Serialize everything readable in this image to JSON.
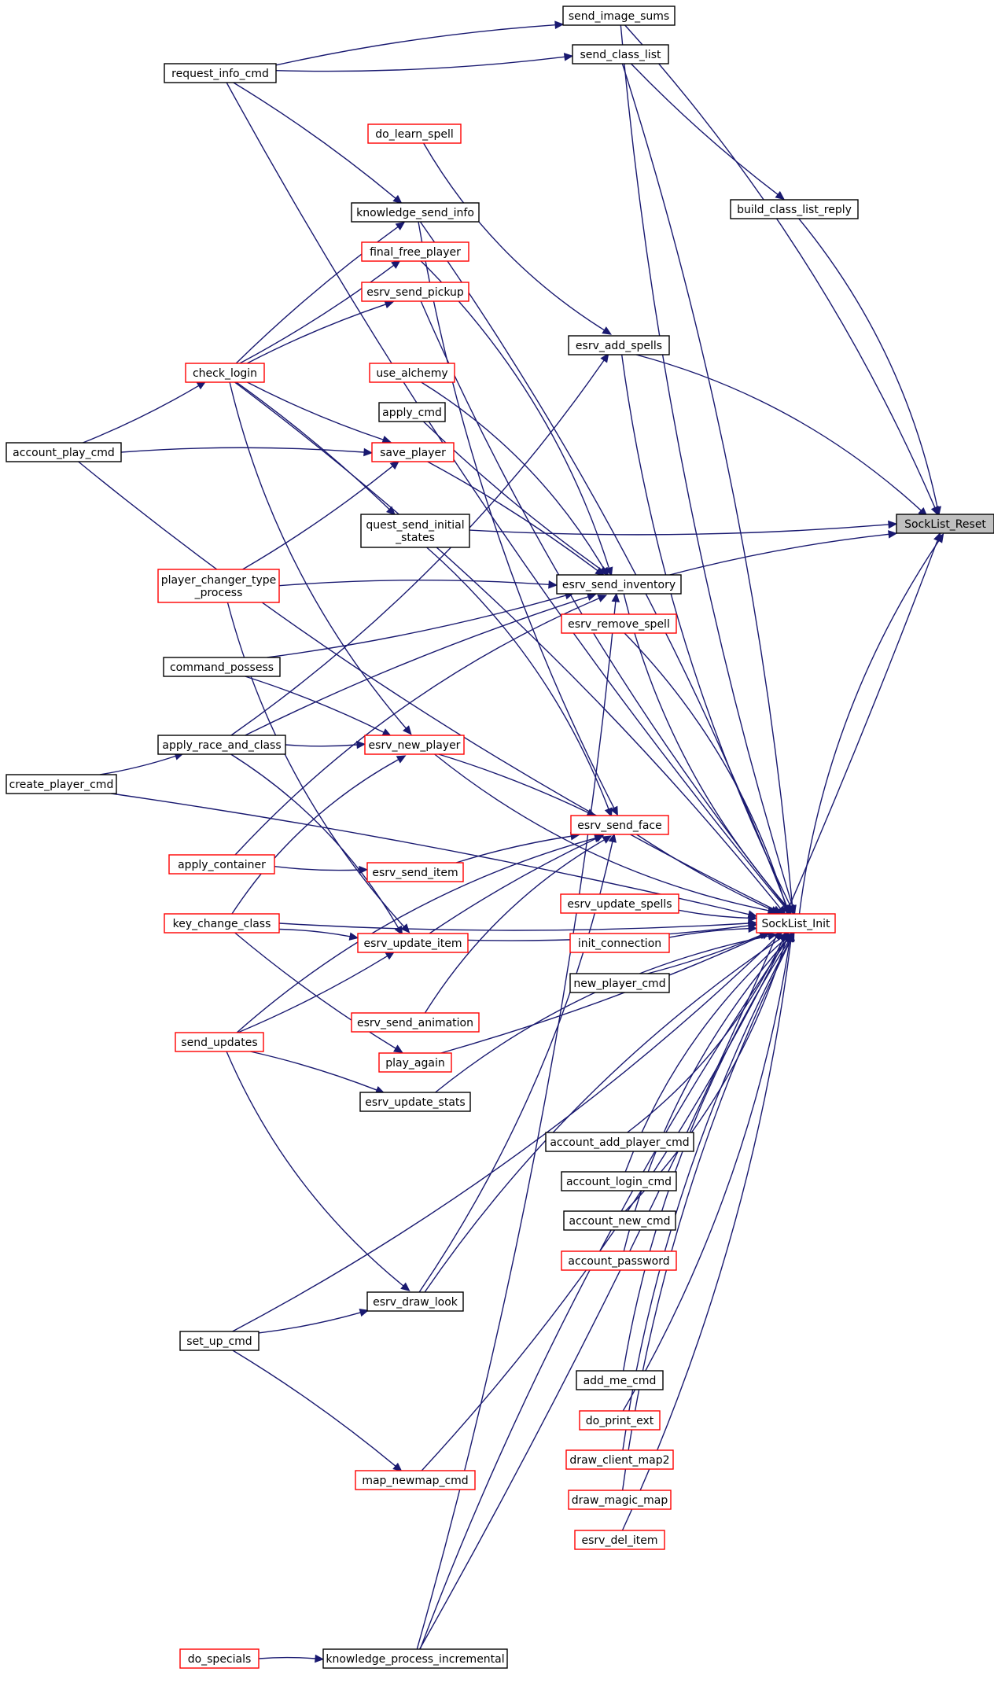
{
  "colors": {
    "edge": "#191970",
    "border_documented": "#000000",
    "border_undocumented": "#ff0000",
    "highlight_fill": "#bfbfbf",
    "node_fill": "#ffffff"
  },
  "nodes": [
    {
      "id": "send_image_sums",
      "label": "send_image_sums",
      "style": "black"
    },
    {
      "id": "send_class_list",
      "label": "send_class_list",
      "style": "black"
    },
    {
      "id": "request_info_cmd",
      "label": "request_info_cmd",
      "style": "black"
    },
    {
      "id": "do_learn_spell",
      "label": "do_learn_spell",
      "style": "red"
    },
    {
      "id": "build_class_list_reply",
      "label": "build_class_list_reply",
      "style": "black"
    },
    {
      "id": "knowledge_send_info",
      "label": "knowledge_send_info",
      "style": "black"
    },
    {
      "id": "final_free_player",
      "label": "final_free_player",
      "style": "red"
    },
    {
      "id": "esrv_send_pickup",
      "label": "esrv_send_pickup",
      "style": "red"
    },
    {
      "id": "esrv_add_spells",
      "label": "esrv_add_spells",
      "style": "black"
    },
    {
      "id": "check_login",
      "label": "check_login",
      "style": "red"
    },
    {
      "id": "use_alchemy",
      "label": "use_alchemy",
      "style": "red"
    },
    {
      "id": "apply_cmd",
      "label": "apply_cmd",
      "style": "black"
    },
    {
      "id": "account_play_cmd",
      "label": "account_play_cmd",
      "style": "black"
    },
    {
      "id": "save_player",
      "label": "save_player",
      "style": "red"
    },
    {
      "id": "SockList_Reset",
      "label": "SockList_Reset",
      "style": "highlight"
    },
    {
      "id": "quest_send_initial_states",
      "label": [
        "quest_send_initial",
        "_states"
      ],
      "style": "black"
    },
    {
      "id": "player_changer_type_process",
      "label": [
        "player_changer_type",
        "_process"
      ],
      "style": "red"
    },
    {
      "id": "esrv_send_inventory",
      "label": "esrv_send_inventory",
      "style": "black"
    },
    {
      "id": "esrv_remove_spell",
      "label": "esrv_remove_spell",
      "style": "red"
    },
    {
      "id": "command_possess",
      "label": "command_possess",
      "style": "black"
    },
    {
      "id": "apply_race_and_class",
      "label": "apply_race_and_class",
      "style": "black"
    },
    {
      "id": "esrv_new_player",
      "label": "esrv_new_player",
      "style": "red"
    },
    {
      "id": "create_player_cmd",
      "label": "create_player_cmd",
      "style": "black"
    },
    {
      "id": "esrv_send_face",
      "label": "esrv_send_face",
      "style": "red"
    },
    {
      "id": "apply_container",
      "label": "apply_container",
      "style": "red"
    },
    {
      "id": "esrv_send_item",
      "label": "esrv_send_item",
      "style": "red"
    },
    {
      "id": "esrv_update_spells",
      "label": "esrv_update_spells",
      "style": "red"
    },
    {
      "id": "key_change_class",
      "label": "key_change_class",
      "style": "red"
    },
    {
      "id": "SockList_Init",
      "label": "SockList_Init",
      "style": "red"
    },
    {
      "id": "esrv_update_item",
      "label": "esrv_update_item",
      "style": "red"
    },
    {
      "id": "init_connection",
      "label": "init_connection",
      "style": "red"
    },
    {
      "id": "new_player_cmd",
      "label": "new_player_cmd",
      "style": "black"
    },
    {
      "id": "esrv_send_animation",
      "label": "esrv_send_animation",
      "style": "red"
    },
    {
      "id": "send_updates",
      "label": "send_updates",
      "style": "red"
    },
    {
      "id": "play_again",
      "label": "play_again",
      "style": "red"
    },
    {
      "id": "esrv_update_stats",
      "label": "esrv_update_stats",
      "style": "black"
    },
    {
      "id": "account_add_player_cmd",
      "label": "account_add_player_cmd",
      "style": "black"
    },
    {
      "id": "account_login_cmd",
      "label": "account_login_cmd",
      "style": "black"
    },
    {
      "id": "account_new_cmd",
      "label": "account_new_cmd",
      "style": "black"
    },
    {
      "id": "account_password",
      "label": "account_password",
      "style": "red"
    },
    {
      "id": "esrv_draw_look",
      "label": "esrv_draw_look",
      "style": "black"
    },
    {
      "id": "set_up_cmd",
      "label": "set_up_cmd",
      "style": "black"
    },
    {
      "id": "add_me_cmd",
      "label": "add_me_cmd",
      "style": "black"
    },
    {
      "id": "do_print_ext",
      "label": "do_print_ext",
      "style": "red"
    },
    {
      "id": "draw_client_map2",
      "label": "draw_client_map2",
      "style": "red"
    },
    {
      "id": "map_newmap_cmd",
      "label": "map_newmap_cmd",
      "style": "red"
    },
    {
      "id": "draw_magic_map",
      "label": "draw_magic_map",
      "style": "red"
    },
    {
      "id": "esrv_del_item",
      "label": "esrv_del_item",
      "style": "red"
    },
    {
      "id": "do_specials",
      "label": "do_specials",
      "style": "red"
    },
    {
      "id": "knowledge_process_incremental",
      "label": "knowledge_process_incremental",
      "style": "black"
    }
  ],
  "edges": [
    [
      "send_image_sums",
      "SockList_Reset"
    ],
    [
      "send_class_list",
      "build_class_list_reply"
    ],
    [
      "send_class_list",
      "SockList_Init"
    ],
    [
      "send_image_sums",
      "SockList_Init"
    ],
    [
      "request_info_cmd",
      "send_image_sums"
    ],
    [
      "request_info_cmd",
      "send_class_list"
    ],
    [
      "request_info_cmd",
      "knowledge_send_info"
    ],
    [
      "request_info_cmd",
      "SockList_Init"
    ],
    [
      "build_class_list_reply",
      "SockList_Reset"
    ],
    [
      "do_learn_spell",
      "esrv_add_spells"
    ],
    [
      "knowledge_send_info",
      "SockList_Init"
    ],
    [
      "knowledge_send_info",
      "esrv_send_face"
    ],
    [
      "final_free_player",
      "esrv_send_inventory"
    ],
    [
      "esrv_send_pickup",
      "SockList_Init"
    ],
    [
      "esrv_add_spells",
      "SockList_Reset"
    ],
    [
      "esrv_add_spells",
      "SockList_Init"
    ],
    [
      "check_login",
      "knowledge_send_info"
    ],
    [
      "check_login",
      "final_free_player"
    ],
    [
      "check_login",
      "esrv_send_pickup"
    ],
    [
      "check_login",
      "save_player"
    ],
    [
      "check_login",
      "quest_send_initial_states"
    ],
    [
      "check_login",
      "esrv_new_player"
    ],
    [
      "check_login",
      "SockList_Init"
    ],
    [
      "account_play_cmd",
      "check_login"
    ],
    [
      "account_play_cmd",
      "save_player"
    ],
    [
      "account_play_cmd",
      "SockList_Init"
    ],
    [
      "use_alchemy",
      "esrv_send_inventory"
    ],
    [
      "apply_cmd",
      "esrv_send_inventory"
    ],
    [
      "save_player",
      "esrv_send_inventory"
    ],
    [
      "quest_send_initial_states",
      "SockList_Reset"
    ],
    [
      "quest_send_initial_states",
      "esrv_send_face"
    ],
    [
      "player_changer_type_process",
      "save_player"
    ],
    [
      "player_changer_type_process",
      "esrv_send_inventory"
    ],
    [
      "player_changer_type_process",
      "esrv_update_item"
    ],
    [
      "esrv_send_inventory",
      "SockList_Reset"
    ],
    [
      "esrv_send_inventory",
      "SockList_Init"
    ],
    [
      "esrv_remove_spell",
      "SockList_Init"
    ],
    [
      "command_possess",
      "esrv_send_inventory"
    ],
    [
      "command_possess",
      "esrv_new_player"
    ],
    [
      "apply_race_and_class",
      "esrv_add_spells"
    ],
    [
      "apply_race_and_class",
      "esrv_send_inventory"
    ],
    [
      "apply_race_and_class",
      "esrv_new_player"
    ],
    [
      "apply_race_and_class",
      "esrv_update_item"
    ],
    [
      "create_player_cmd",
      "apply_race_and_class"
    ],
    [
      "create_player_cmd",
      "SockList_Init"
    ],
    [
      "esrv_new_player",
      "SockList_Init"
    ],
    [
      "esrv_new_player",
      "esrv_send_face"
    ],
    [
      "esrv_send_face",
      "SockList_Init"
    ],
    [
      "apply_container",
      "esrv_send_inventory"
    ],
    [
      "apply_container",
      "esrv_send_item"
    ],
    [
      "esrv_send_item",
      "esrv_send_face"
    ],
    [
      "esrv_update_spells",
      "SockList_Init"
    ],
    [
      "key_change_class",
      "esrv_new_player"
    ],
    [
      "key_change_class",
      "SockList_Init"
    ],
    [
      "key_change_class",
      "esrv_update_item"
    ],
    [
      "key_change_class",
      "play_again"
    ],
    [
      "esrv_update_item",
      "esrv_send_face"
    ],
    [
      "esrv_update_item",
      "SockList_Init"
    ],
    [
      "init_connection",
      "SockList_Init"
    ],
    [
      "new_player_cmd",
      "SockList_Init"
    ],
    [
      "esrv_send_animation",
      "esrv_send_face"
    ],
    [
      "send_updates",
      "esrv_update_item"
    ],
    [
      "send_updates",
      "esrv_update_stats"
    ],
    [
      "send_updates",
      "esrv_draw_look"
    ],
    [
      "send_updates",
      "esrv_send_face"
    ],
    [
      "play_again",
      "SockList_Init"
    ],
    [
      "esrv_update_stats",
      "SockList_Init"
    ],
    [
      "account_add_player_cmd",
      "SockList_Init"
    ],
    [
      "account_login_cmd",
      "SockList_Init"
    ],
    [
      "account_new_cmd",
      "SockList_Init"
    ],
    [
      "account_password",
      "SockList_Init"
    ],
    [
      "esrv_draw_look",
      "esrv_send_face"
    ],
    [
      "esrv_draw_look",
      "SockList_Init"
    ],
    [
      "set_up_cmd",
      "esrv_draw_look"
    ],
    [
      "set_up_cmd",
      "map_newmap_cmd"
    ],
    [
      "set_up_cmd",
      "SockList_Init"
    ],
    [
      "add_me_cmd",
      "SockList_Init"
    ],
    [
      "do_print_ext",
      "SockList_Init"
    ],
    [
      "draw_client_map2",
      "SockList_Init"
    ],
    [
      "map_newmap_cmd",
      "SockList_Init"
    ],
    [
      "draw_magic_map",
      "SockList_Init"
    ],
    [
      "esrv_del_item",
      "SockList_Init"
    ],
    [
      "do_specials",
      "knowledge_process_incremental"
    ],
    [
      "knowledge_process_incremental",
      "SockList_Reset"
    ],
    [
      "knowledge_process_incremental",
      "SockList_Init"
    ],
    [
      "knowledge_process_incremental",
      "esrv_send_inventory"
    ],
    [
      "SockList_Init",
      "SockList_Reset"
    ]
  ]
}
